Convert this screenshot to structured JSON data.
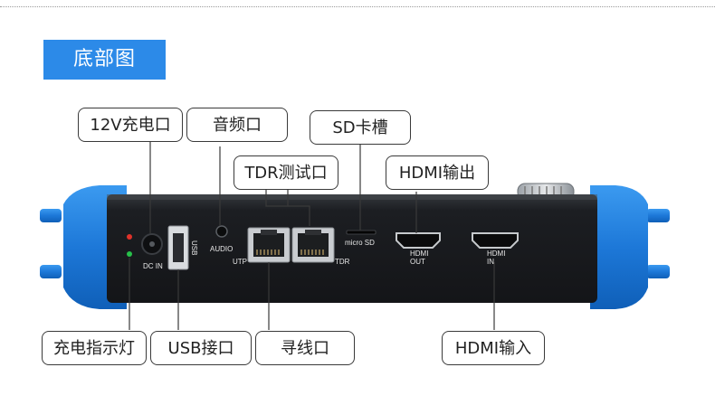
{
  "title": "底部图",
  "callouts": {
    "dc_charge": "12V充电口",
    "audio": "音频口",
    "sd_slot": "SD卡槽",
    "tdr": "TDR测试口",
    "hdmi_out": "HDMI输出",
    "led": "充电指示灯",
    "usb": "USB接口",
    "line_finder": "寻线口",
    "hdmi_in": "HDMI输入"
  },
  "device_labels": {
    "dc_in": "DC IN",
    "usb": "USB",
    "audio": "AUDIO",
    "utp": "UTP",
    "tdr": "TDR",
    "micro_sd": "micro SD",
    "hdmi_out_1": "HDMI",
    "hdmi_out_2": "OUT",
    "hdmi_in_1": "HDMI",
    "hdmi_in_2": "IN"
  },
  "colors": {
    "accent": "#2c8ae8",
    "bumper": "#1e7fe0",
    "panel": "#222428"
  }
}
